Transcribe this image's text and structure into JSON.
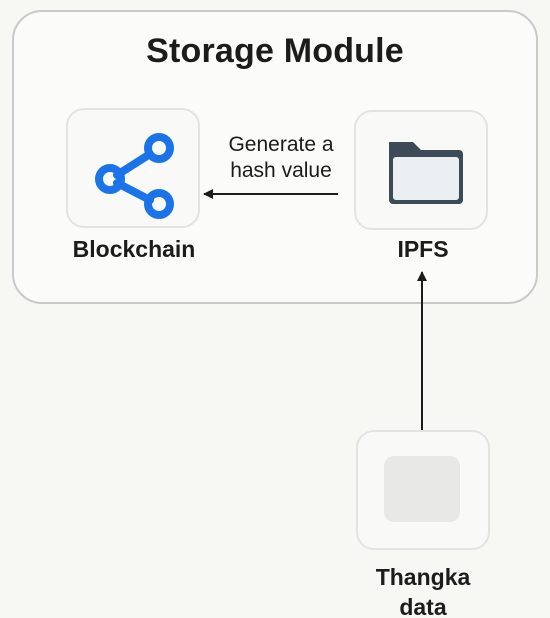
{
  "diagram": {
    "module_title": "Storage Module",
    "nodes": {
      "blockchain": {
        "label": "Blockchain",
        "icon": "share-nodes-icon",
        "color": "#1a73e8"
      },
      "ipfs": {
        "label": "IPFS",
        "icon": "folder-icon",
        "color": "#3d4a58"
      },
      "thangka": {
        "label_line1": "Thangka",
        "label_line2": "data",
        "icon": "image-placeholder-icon"
      }
    },
    "edges": {
      "ipfs_to_blockchain": {
        "label_line1": "Generate a",
        "label_line2": "hash value"
      },
      "thangka_to_ipfs": {}
    }
  }
}
